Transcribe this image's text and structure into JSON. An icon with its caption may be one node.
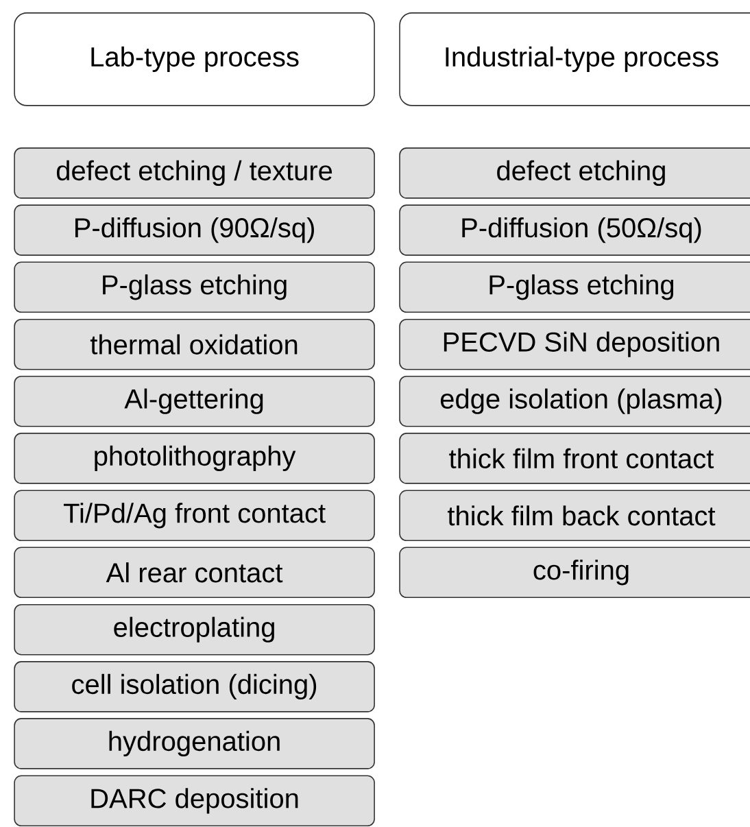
{
  "diagram": {
    "nodes": [
      {
        "text": [
          "Lab-type process"
        ]
      },
      {
        "text": [
          "Industrial-type process"
        ]
      },
      {
        "text": [
          "defect etching / texture"
        ]
      },
      {
        "text": [
          "P-diffusion (90Ω/sq)"
        ]
      },
      {
        "text": [
          "P-glass etching"
        ]
      },
      {
        "text": [
          "thermal oxidation"
        ]
      },
      {
        "text": [
          "Al-gettering"
        ]
      },
      {
        "text": [
          "photolithography"
        ]
      },
      {
        "text": [
          "Ti/Pd/Ag front contact"
        ]
      },
      {
        "text": [
          "Al rear contact"
        ]
      },
      {
        "text": [
          "electroplating"
        ]
      },
      {
        "text": [
          "cell isolation (dicing)"
        ]
      },
      {
        "text": [
          "hydrogenation"
        ]
      },
      {
        "text": [
          "DARC deposition"
        ]
      },
      {
        "text": [
          "defect etching"
        ]
      },
      {
        "text": [
          "P-diffusion (50Ω/sq)"
        ]
      },
      {
        "text": [
          "P-glass etching"
        ]
      },
      {
        "text": [
          "PECVD SiN deposition"
        ]
      },
      {
        "text": [
          "edge isolation (plasma)"
        ]
      },
      {
        "text": [
          "thick film front contact"
        ]
      },
      {
        "text": [
          "thick film back contact"
        ]
      },
      {
        "text": [
          "co-firing"
        ]
      }
    ]
  }
}
